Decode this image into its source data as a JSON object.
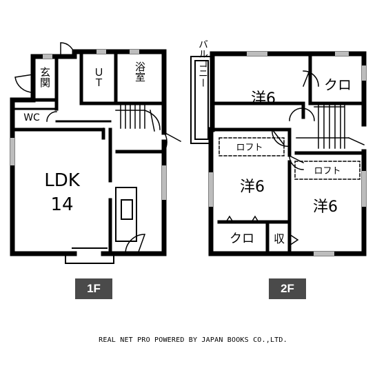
{
  "floors": [
    {
      "label": "1F",
      "rooms": {
        "genkan": "玄関",
        "ut": "ＵＴ",
        "bath": "浴室",
        "wc": "WC",
        "ldk": "LDK",
        "ldk_size": "14"
      }
    },
    {
      "label": "2F",
      "rooms": {
        "balcony": "バルコニー",
        "western_a": "洋6",
        "closet_a": "クロ",
        "loft_a": "ロフト",
        "western_b": "洋6",
        "loft_b": "ロフト",
        "western_c": "洋6",
        "closet_b": "クロ",
        "storage": "収"
      }
    }
  ],
  "credit": "REAL NET PRO POWERED BY JAPAN BOOKS CO.,LTD."
}
